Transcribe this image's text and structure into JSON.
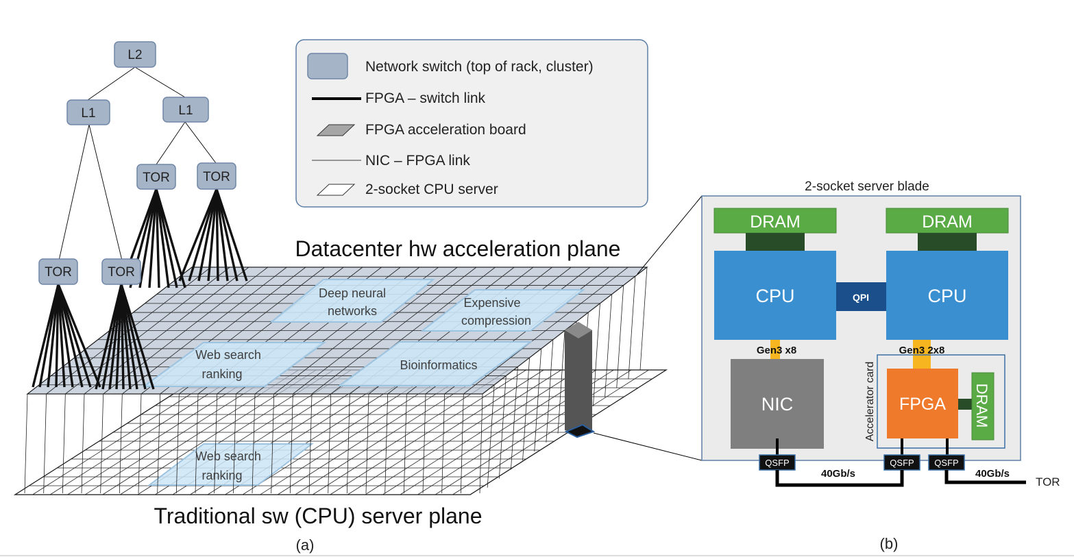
{
  "colors": {
    "switch_fill": "#a6b4c8",
    "switch_stroke": "#6f86a6",
    "legend_bg": "#f0f0f0",
    "legend_border": "#5b7fa6",
    "region_fill": "#cce5f6",
    "dram": "#5aaa46",
    "dram_dark": "#284c28",
    "cpu": "#3a8fd0",
    "qpi": "#1a4f8c",
    "nic": "#7f7f7f",
    "fpga": "#f07a2c",
    "pcie": "#f7b520",
    "blade_bg": "#ebebeb"
  },
  "tree": {
    "l2": "L2",
    "l1_left": "L1",
    "l1_right": "L1",
    "tor_1": "TOR",
    "tor_2": "TOR",
    "tor_3": "TOR",
    "tor_4": "TOR"
  },
  "legend": {
    "items": [
      {
        "icon": "switch-box",
        "label": "Network switch (top of rack, cluster)"
      },
      {
        "icon": "thick-line",
        "label": "FPGA – switch link"
      },
      {
        "icon": "gray-parallelogram",
        "label": "FPGA acceleration board"
      },
      {
        "icon": "thin-line",
        "label": "NIC – FPGA link"
      },
      {
        "icon": "white-parallelogram",
        "label": "2-socket CPU server"
      }
    ]
  },
  "planes": {
    "acceleration_title": "Datacenter hw acceleration plane",
    "server_title": "Traditional sw (CPU) server plane",
    "regions": {
      "dnn_1": "Deep neural",
      "dnn_2": "networks",
      "compress_1": "Expensive",
      "compress_2": "compression",
      "websearch_1": "Web search",
      "websearch_2": "ranking",
      "bio": "Bioinformatics",
      "websearch_low_1": "Web search",
      "websearch_low_2": "ranking"
    },
    "caption": "(a)"
  },
  "blade": {
    "title": "2-socket server blade",
    "dram_left": "DRAM",
    "dram_right": "DRAM",
    "cpu_left": "CPU",
    "cpu_right": "CPU",
    "qpi": "QPI",
    "gen3_left": "Gen3 x8",
    "gen3_right": "Gen3 2x8",
    "nic": "NIC",
    "fpga": "FPGA",
    "fpga_dram": "DRAM",
    "accel_card": "Accelerator card",
    "qsfp_1": "QSFP",
    "qsfp_2": "QSFP",
    "qsfp_3": "QSFP",
    "speed_1": "40Gb/s",
    "speed_2": "40Gb/s",
    "tor": "TOR",
    "caption": "(b)"
  }
}
